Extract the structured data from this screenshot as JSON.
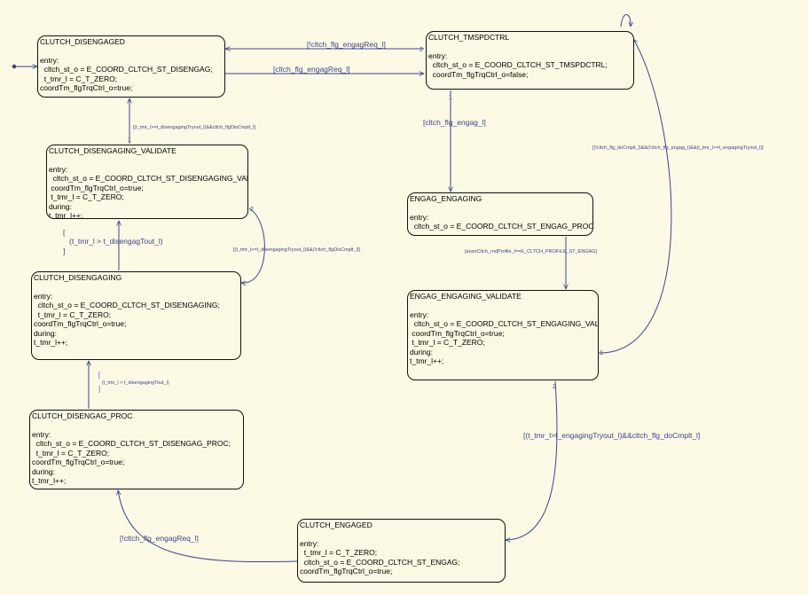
{
  "states": [
    {
      "id": "disengaged",
      "title": "CLUTCH_DISENGAGED",
      "lines": [
        "entry:",
        "  cltch_st_o = E_COORD_CLTCH_ST_DISENGAG;",
        "  t_tmr_l = C_T_ZERO;",
        "coordTm_flgTrqCtrl_o=true;"
      ]
    },
    {
      "id": "tmspdctrl",
      "title": "CLUTCH_TMSPDCTRL",
      "lines": [
        "entry:",
        "  cltch_st_o = E_COORD_CLTCH_ST_TMSPDCTRL;",
        "  coordTm_flgTrqCtrl_o=false;"
      ]
    },
    {
      "id": "disengaging_validate",
      "title": "CLUTCH_DISENGAGING_VALIDATE",
      "lines": [
        "entry:",
        "  cltch_st_o = E_COORD_CLTCH_ST_DISENGAGING_VALIDATE;",
        " coordTm_flgTrqCtrl_o=true;",
        " t_tmr_l = C_T_ZERO;",
        "during:",
        "t_tmr_l++;"
      ]
    },
    {
      "id": "engag_engaging",
      "title": "ENGAG_ENGAGING",
      "lines": [
        "entry:",
        "  cltch_st_o = E_COORD_CLTCH_ST_ENGAG_PROC;"
      ]
    },
    {
      "id": "disengaging",
      "title": "CLUTCH_DISENGAGING",
      "lines": [
        "entry:",
        "  cltch_st_o = E_COORD_CLTCH_ST_DISENGAGING;",
        "  t_tmr_l = C_T_ZERO;",
        "coordTm_flgTrqCtrl_o=true;",
        "during:",
        "t_tmr_l++;"
      ]
    },
    {
      "id": "engag_engaging_validate",
      "title": "ENGAG_ENGAGING_VALIDATE",
      "lines": [
        "entry:",
        "  cltch_st_o = E_COORD_CLTCH_ST_ENGAGING_VALIDATE;",
        " coordTm_flgTrqCtrl_o=true;",
        " t_tmr_l = C_T_ZERO;",
        "during:",
        "t_tmr_l++;"
      ]
    },
    {
      "id": "disengag_proc",
      "title": "CLUTCH_DISENGAG_PROC",
      "lines": [
        "entry:",
        "  cltch_st_o = E_COORD_CLTCH_ST_DISENGAG_PROC;",
        "  t_tmr_l = C_T_ZERO;",
        "coordTm_flgTrqCtrl_o=true;",
        "during:",
        "t_tmr_l++;"
      ]
    },
    {
      "id": "engaged",
      "title": "CLUTCH_ENGAGED",
      "lines": [
        "entry:",
        "  t_tmr_l = C_T_ZERO;",
        "  cltch_st_o = E_COORD_CLTCH_ST_ENGAG;",
        "coordTm_flgTrqCtrl_o=true;"
      ]
    }
  ],
  "transitions": [
    {
      "id": "t1",
      "label": "[!cltch_flg_engagReq_l]"
    },
    {
      "id": "t2",
      "label": "[cltch_flg_engagReq_l]"
    },
    {
      "id": "t3",
      "label": "[cltch_flg_engag_l]"
    },
    {
      "id": "t4",
      "label": "[(t_tmr_l>=t_disengagingTryout_l)&&cltch_flgDisCmplt_l]"
    },
    {
      "id": "t5",
      "label": "[(!cltch_flg_doCmplt_l)&&(!cltch_flg_engag_l)&&(t_tmr_l>=t_engagingTryout_l)]"
    },
    {
      "id": "t6",
      "label": "[(t_tmr_l>=t_disengagingTryout_l)&&(!cltch_flgDisCmplt_l)]"
    },
    {
      "id": "t7a",
      "label": "["
    },
    {
      "id": "t7b",
      "label": "(t_tmr_l > t_disengagTout_l)"
    },
    {
      "id": "t7c",
      "label": "]"
    },
    {
      "id": "t8",
      "label": "[auxoCltch_rndProfile_l==E_CLTCH_PROFILE_ST_ENGAG]"
    },
    {
      "id": "t9a",
      "label": "["
    },
    {
      "id": "t9b",
      "label": "(t_tmr_l > t_disengagingTout_l)"
    },
    {
      "id": "t9c",
      "label": "]"
    },
    {
      "id": "t10",
      "label": "[(t_tmr_l>t_engagingTryout_l)&&cltch_flg_doCmplt_l]"
    },
    {
      "id": "t11",
      "label": "[!cltch_flg_engagReq_l]"
    }
  ],
  "priorities": [
    "2",
    "1",
    "1",
    "2",
    "1",
    "2"
  ],
  "colors": {
    "background": "#fcf9e4",
    "wire": "#3a4690",
    "border": "#111111"
  }
}
